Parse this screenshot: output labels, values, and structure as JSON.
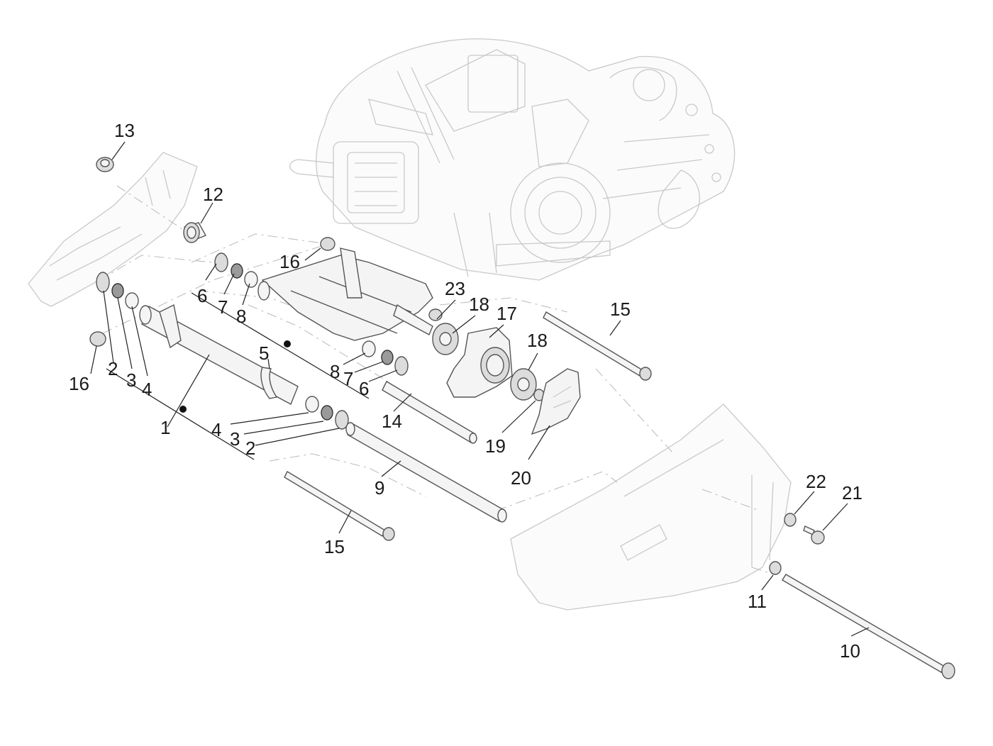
{
  "diagram": {
    "callouts": {
      "c1": "1",
      "c2a": "2",
      "c2b": "2",
      "c3a": "3",
      "c3b": "3",
      "c4a": "4",
      "c4b": "4",
      "c5": "5",
      "c6a": "6",
      "c6b": "6",
      "c7a": "7",
      "c7b": "7",
      "c8a": "8",
      "c8b": "8",
      "c9": "9",
      "c10": "10",
      "c11": "11",
      "c12": "12",
      "c13": "13",
      "c14": "14",
      "c15a": "15",
      "c15b": "15",
      "c16a": "16",
      "c16b": "16",
      "c17": "17",
      "c18a": "18",
      "c18b": "18",
      "c19": "19",
      "c20": "20",
      "c21": "21",
      "c22": "22",
      "c23": "23"
    },
    "colors": {
      "line": "#1a1a1a",
      "ghost": "#c9c9c9"
    }
  }
}
